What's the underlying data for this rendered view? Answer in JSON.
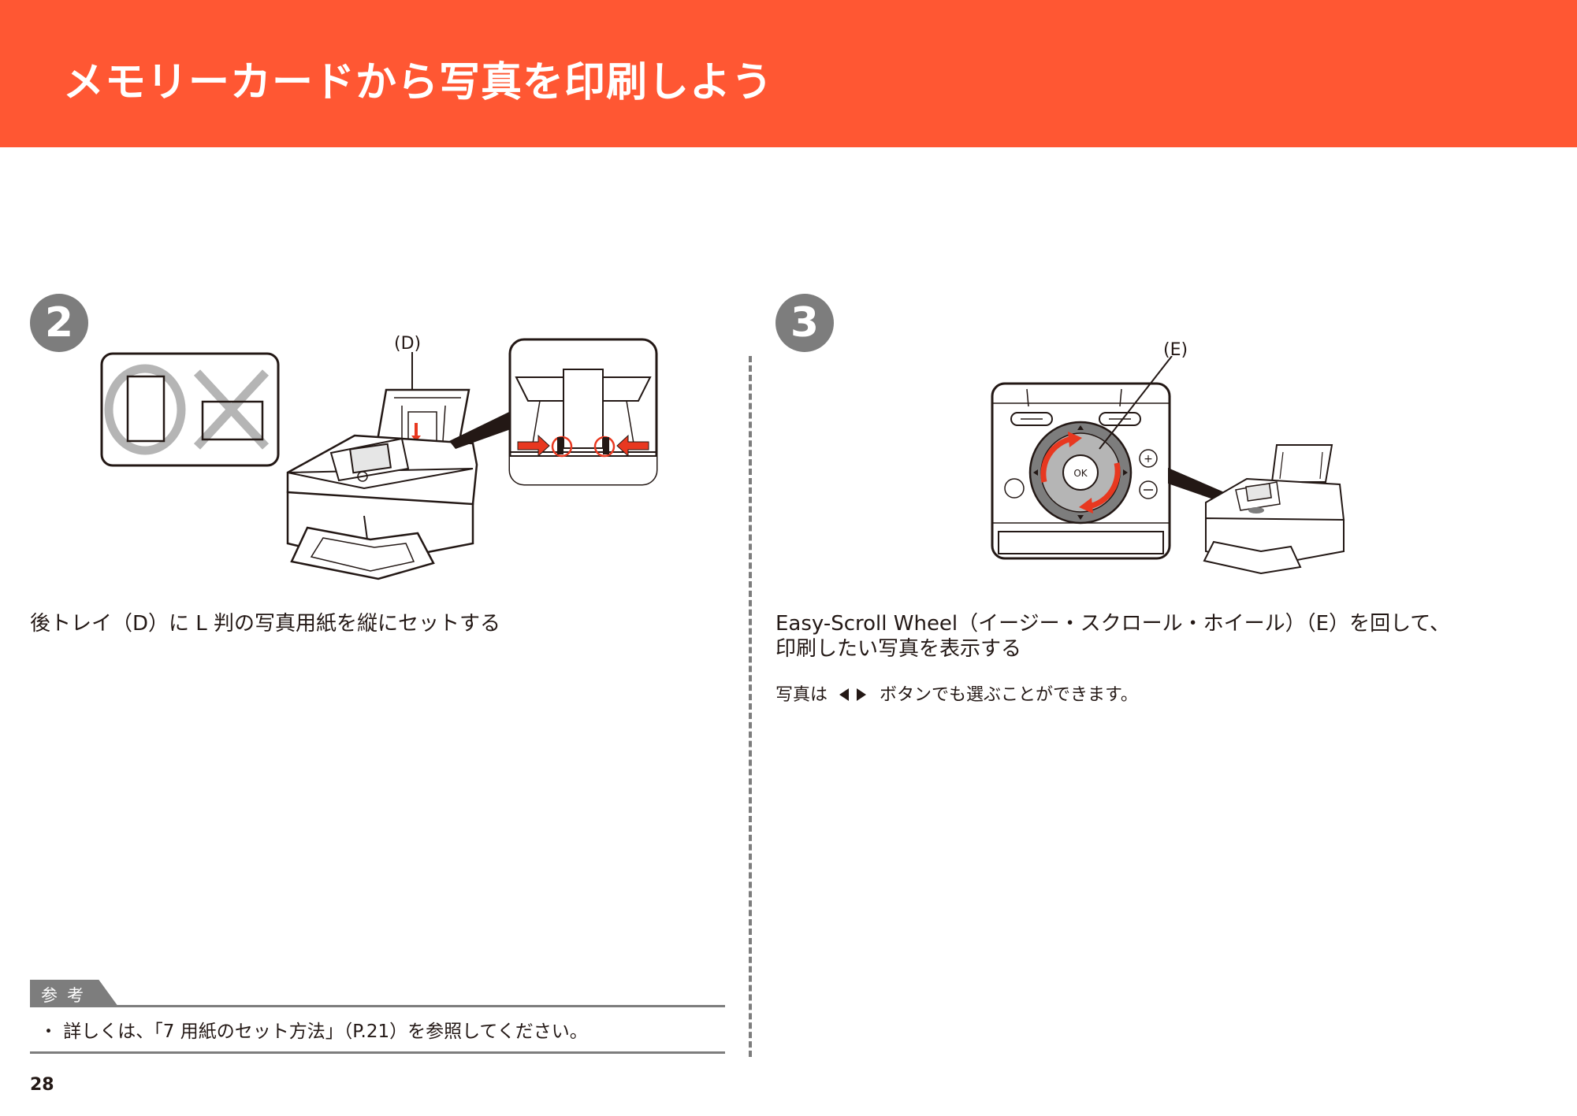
{
  "header": {
    "title": "メモリーカードから写真を印刷しよう",
    "background_color": "#ff5733"
  },
  "step2": {
    "number": "2",
    "callout": "(D)",
    "instruction": "後トレイ（D）に L 判の写真用紙を縦にセットする",
    "icons": [
      "correct-circle-icon",
      "wrong-cross-icon",
      "printer-illustration",
      "paper-guide-closeup"
    ]
  },
  "step3": {
    "number": "3",
    "callout": "(E)",
    "instruction_line1": "Easy-Scroll Wheel（イージー・スクロール・ホイール）（E）を回して、",
    "instruction_line2": "印刷したい写真を表示する",
    "note_prefix": "写真は",
    "note_suffix": "ボタンでも選ぶことができます。",
    "ok_label": "OK",
    "icons": [
      "left-right-arrow-icon",
      "scroll-wheel-illustration",
      "printer-illustration"
    ]
  },
  "reference": {
    "tab_label": "参考",
    "text": "・ 詳しくは、「7 用紙のセット方法」（P.21）を参照してください。"
  },
  "page_number": "28",
  "colors": {
    "accent": "#ff5733",
    "badge_gray": "#7d7d7d",
    "arrow_red": "#e83820"
  }
}
